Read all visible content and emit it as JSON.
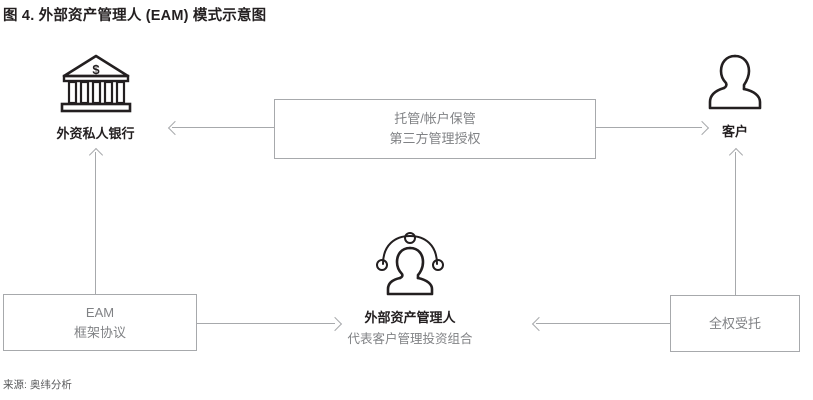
{
  "figure": {
    "title": "图 4. 外部资产管理人 (EAM) 模式示意图",
    "source": "来源: 奥纬分析"
  },
  "nodes": {
    "bank": {
      "icon": "bank-icon",
      "label": "外资私人银行"
    },
    "client": {
      "icon": "person-icon",
      "label": "客户"
    },
    "eam": {
      "icon": "network-person-icon",
      "label": "外部资产管理人",
      "sub": "代表客户管理投资组合"
    }
  },
  "boxes": {
    "custody": {
      "line1": "托管/帐户保管",
      "line2": "第三方管理授权"
    },
    "eam_agreement": {
      "line1": "EAM",
      "line2": "框架协议"
    },
    "discretionary": {
      "line1": "全权受托"
    }
  },
  "connectors": [
    {
      "name": "custody-to-bank",
      "direction": "left"
    },
    {
      "name": "custody-to-client",
      "direction": "right"
    },
    {
      "name": "eam-agreement-to-eam",
      "direction": "right"
    },
    {
      "name": "discretionary-to-eam",
      "direction": "left"
    },
    {
      "name": "eam-agreement-to-bank",
      "direction": "up"
    },
    {
      "name": "discretionary-to-client",
      "direction": "up"
    }
  ],
  "colors": {
    "text_dark": "#231f20",
    "text_gray": "#808285",
    "line_gray": "#a7a9ac",
    "background": "#ffffff"
  }
}
